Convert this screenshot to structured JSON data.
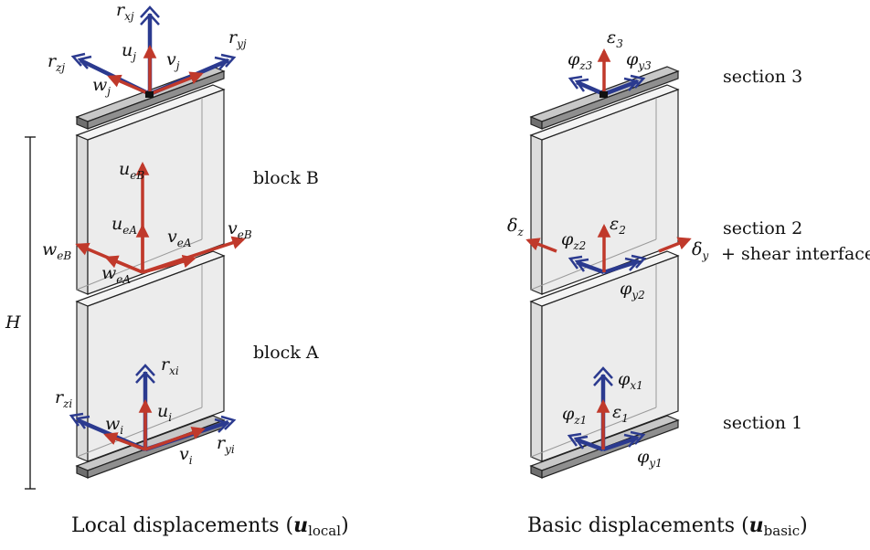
{
  "left": {
    "labels": {
      "r_xj": {
        "main": "r",
        "sub": "xj"
      },
      "r_zj": {
        "main": "r",
        "sub": "zj"
      },
      "r_yj": {
        "main": "r",
        "sub": "yj"
      },
      "u_j": {
        "main": "u",
        "sub": "j"
      },
      "v_j": {
        "main": "v",
        "sub": "j"
      },
      "w_j": {
        "main": "w",
        "sub": "j"
      },
      "u_eB": {
        "main": "u",
        "sub": "eB"
      },
      "u_eA": {
        "main": "u",
        "sub": "eA"
      },
      "v_eA": {
        "main": "v",
        "sub": "eA"
      },
      "v_eB": {
        "main": "v",
        "sub": "eB"
      },
      "w_eB": {
        "main": "w",
        "sub": "eB"
      },
      "w_eA": {
        "main": "w",
        "sub": "eA"
      },
      "r_xi": {
        "main": "r",
        "sub": "xi"
      },
      "r_zi": {
        "main": "r",
        "sub": "zi"
      },
      "r_yi": {
        "main": "r",
        "sub": "yi"
      },
      "u_i": {
        "main": "u",
        "sub": "i"
      },
      "v_i": {
        "main": "v",
        "sub": "i"
      },
      "w_i": {
        "main": "w",
        "sub": "i"
      }
    },
    "height_label": "H",
    "block_b": "block B",
    "block_a": "block A",
    "caption": {
      "pre": "Local displacements (",
      "bold": "u",
      "sub": "local",
      "post": ")"
    }
  },
  "right": {
    "labels": {
      "eps3": {
        "main": "ε",
        "sub": "3"
      },
      "phi_z3": {
        "main": "φ",
        "sub": "z3"
      },
      "phi_y3": {
        "main": "φ",
        "sub": "y3"
      },
      "eps2": {
        "main": "ε",
        "sub": "2"
      },
      "phi_z2": {
        "main": "φ",
        "sub": "z2"
      },
      "phi_y2": {
        "main": "φ",
        "sub": "y2"
      },
      "delta_z": {
        "main": "δ",
        "sub": "z"
      },
      "delta_y": {
        "main": "δ",
        "sub": "y"
      },
      "eps1": {
        "main": "ε",
        "sub": "1"
      },
      "phi_z1": {
        "main": "φ",
        "sub": "z1"
      },
      "phi_x1": {
        "main": "φ",
        "sub": "x1"
      },
      "phi_y1": {
        "main": "φ",
        "sub": "y1"
      }
    },
    "section3": "section 3",
    "section2": "section 2",
    "shear_interface": "+ shear interface",
    "section1": "section 1",
    "caption": {
      "pre": "Basic displacements (",
      "bold": "u",
      "sub": "basic",
      "post": ")"
    }
  },
  "colors": {
    "red": "#c0392b",
    "blue": "#2b3a8f",
    "plate": "#8f8f8f",
    "wall": "#ededed",
    "outline": "#222222"
  }
}
